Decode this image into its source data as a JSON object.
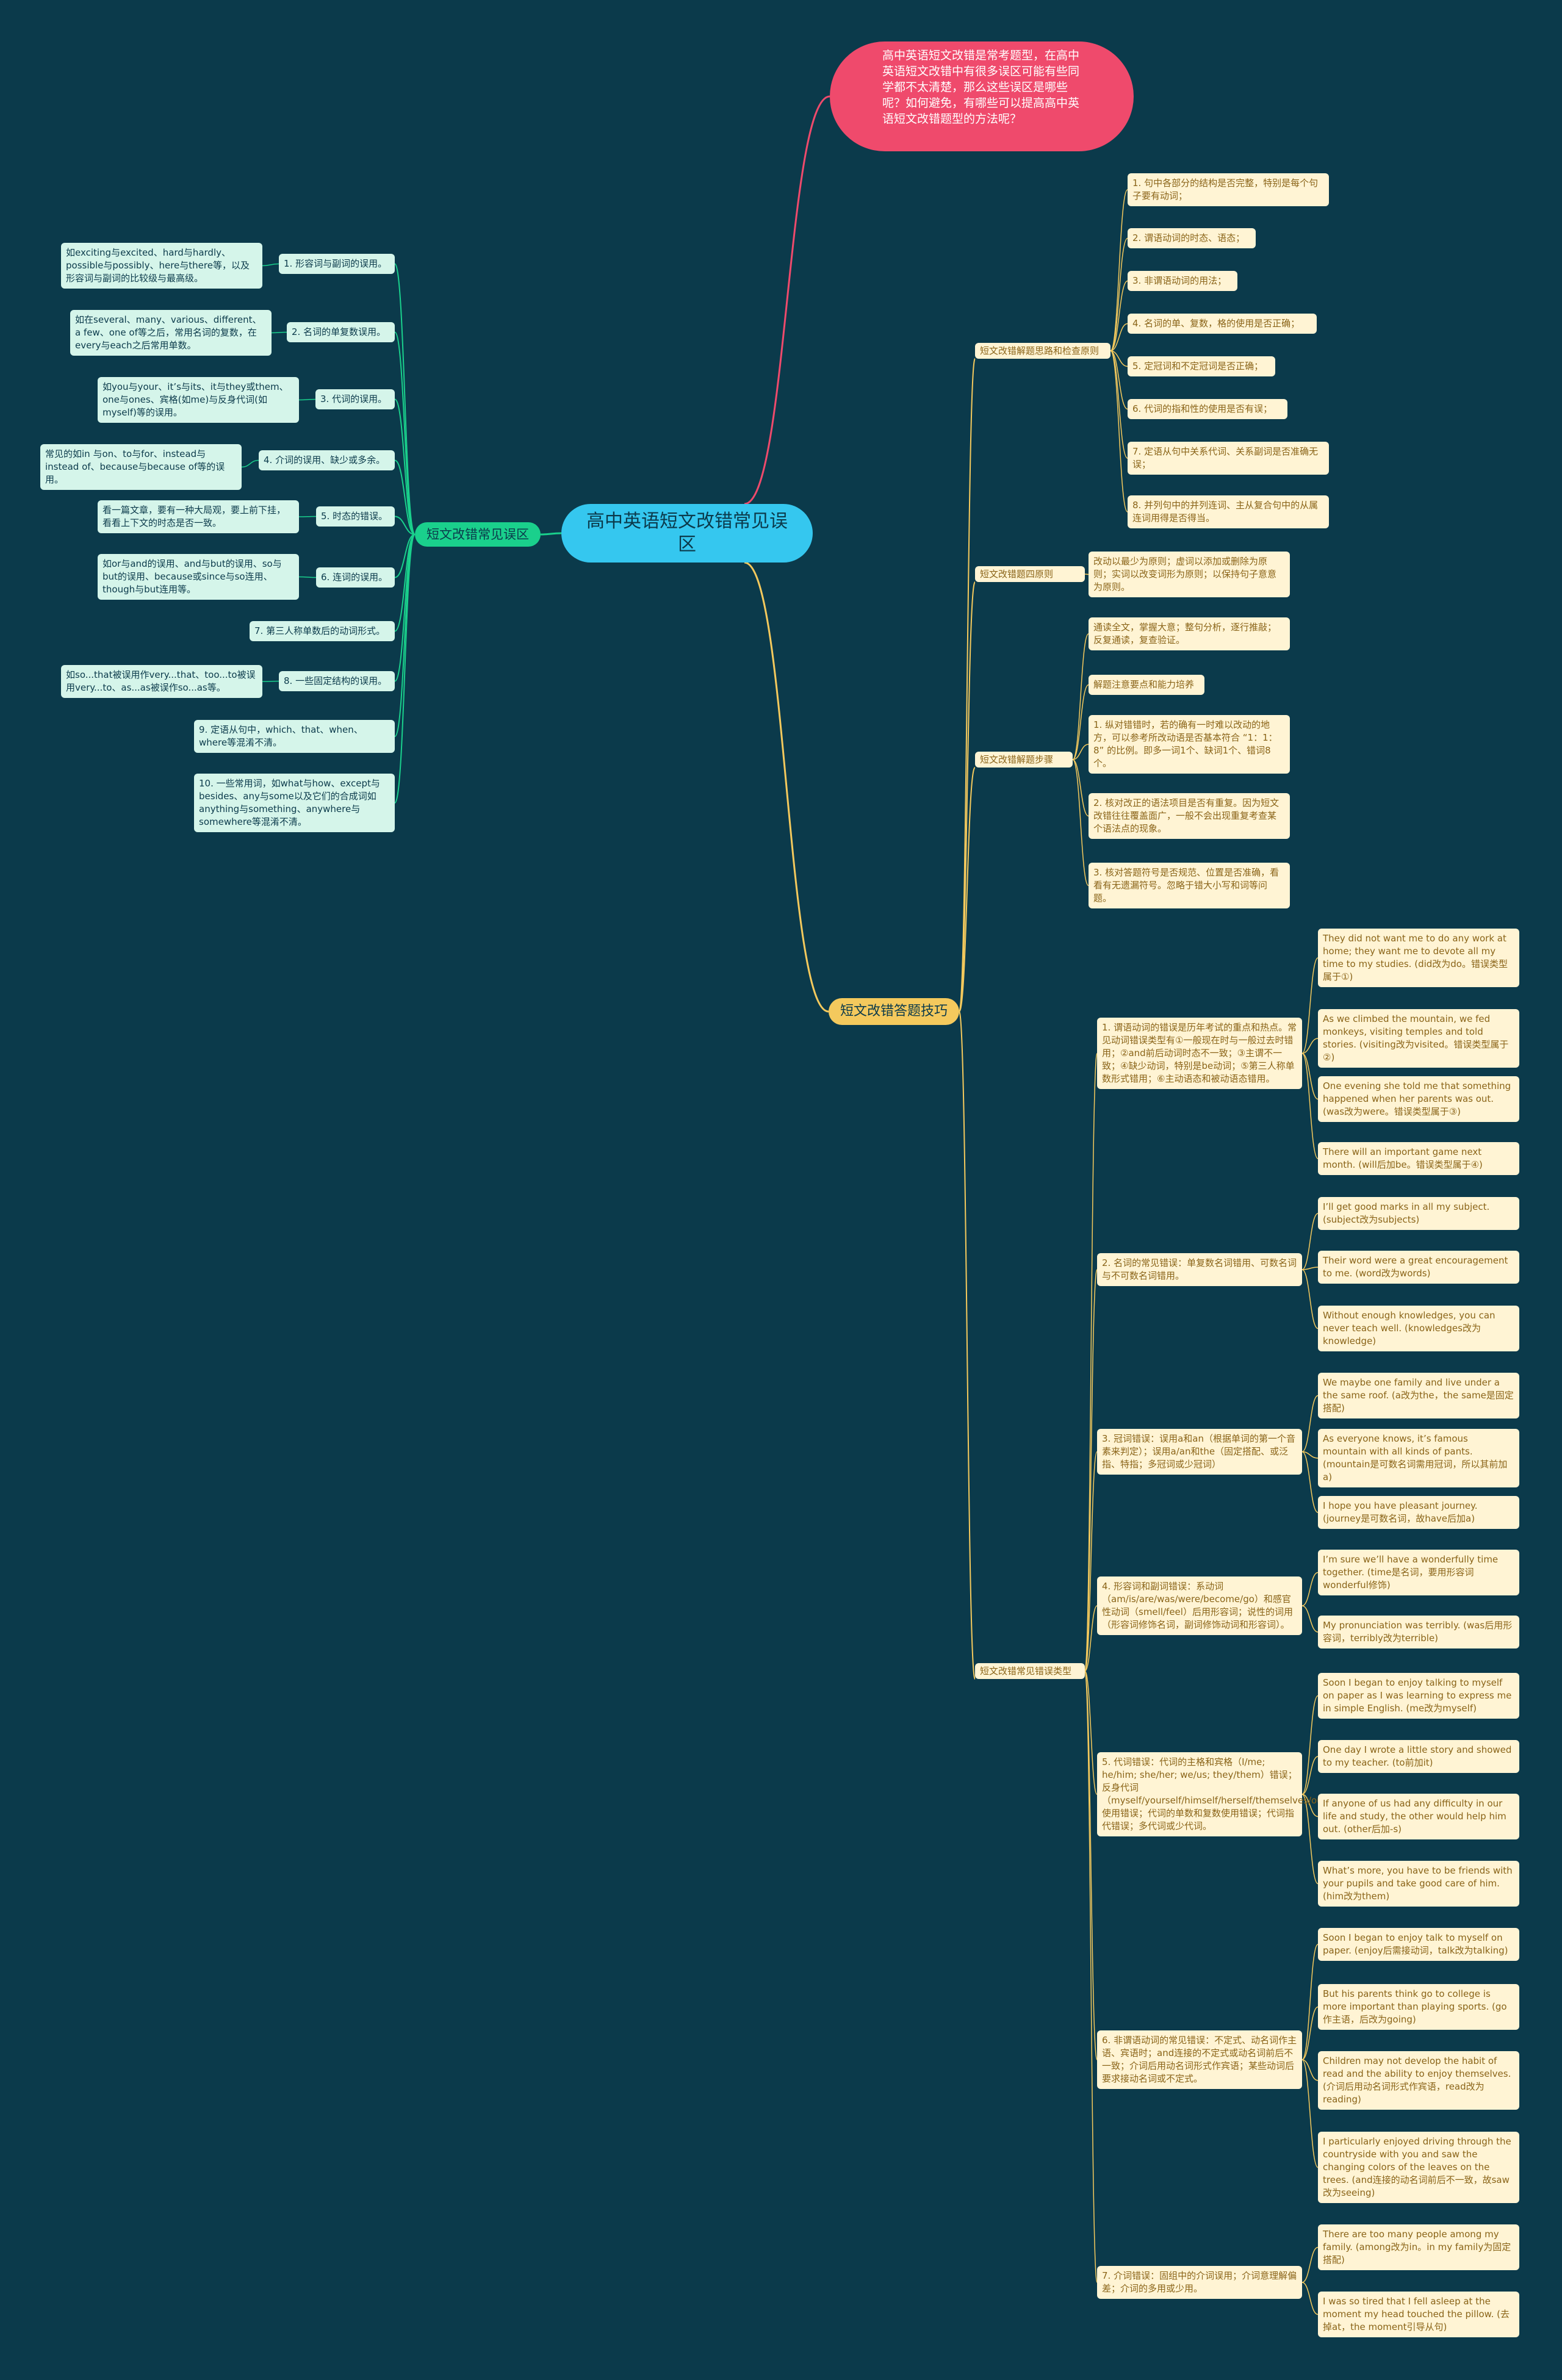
{
  "root": "高中英语短文改错常见误区",
  "intro": "高中英语短文改错是常考题型，在高中英语短文改错中有很多误区可能有些同学都不太清楚，那么这些误区是哪些呢？如何避免，有哪些可以提高高中英语短文改错题型的方法呢？",
  "left_branch": {
    "label": "短文改错常见误区",
    "items": [
      {
        "label": "1. 形容词与副词的误用。",
        "detail": "如exciting与excited、hard与hardly、possible与possibly、here与there等，以及形容词与副词的比较级与最高级。"
      },
      {
        "label": "2. 名词的单复数误用。",
        "detail": "如在several、many、various、different、a few、one of等之后，常用名词的复数，在every与each之后常用单数。"
      },
      {
        "label": "3. 代词的误用。",
        "detail": "如you与your、it’s与its、it与they或them、one与ones、宾格(如me)与反身代词(如myself)等的误用。"
      },
      {
        "label": "4. 介词的误用、缺少或多余。",
        "detail": "常见的如in 与on、to与for、instead与instead of、because与because of等的误用。"
      },
      {
        "label": "5. 时态的错误。",
        "detail": "看一篇文章，要有一种大局观，要上前下挂，看看上下文的时态是否一致。"
      },
      {
        "label": "6. 连词的误用。",
        "detail": "如or与and的误用、and与but的误用、so与but的误用、because或since与so连用、though与but连用等。"
      },
      {
        "label": "7. 第三人称单数后的动词形式。",
        "detail": ""
      },
      {
        "label": "8. 一些固定结构的误用。",
        "detail": "如so...that被误用作very...that、too...to被误用very...to、as...as被误作so...as等。"
      },
      {
        "label": "9. 定语从句中，which、that、when、where等混淆不清。",
        "detail": ""
      },
      {
        "label": "10. 一些常用词，如what与how、except与besides、any与some以及它们的合成词如anything与something、anywhere与somewhere等混淆不清。",
        "detail": ""
      }
    ]
  },
  "right_branch": {
    "label": "短文改错答题技巧",
    "groups": [
      {
        "label": "短文改错解题思路和检查原则",
        "items": [
          "1. 句中各部分的结构是否完整，特别是每个句子要有动词；",
          "2. 谓语动词的时态、语态；",
          "3. 非谓语动词的用法；",
          "4. 名词的单、复数，格的使用是否正确；",
          "5. 定冠词和不定冠词是否正确；",
          "6. 代词的指和性的使用是否有误；",
          "7. 定语从句中关系代词、关系副词是否准确无误；",
          "8. 并列句中的并列连词、主从复合句中的从属连词用得是否得当。"
        ]
      },
      {
        "label": "短文改错题四原则",
        "items": [
          "改动以最少为原则；虚词以添加或删除为原则；实词以改变词形为原则；以保持句子意意为原则。"
        ]
      },
      {
        "label": "短文改错解题步骤",
        "items": [
          "通读全文，掌握大意；整句分析，逐行推敲；反复通读，复查验证。",
          "解题注意要点和能力培养",
          "1. 纵对错错时，若的确有一时难以改动的地方，可以参考所改动语是否基本符合 “1：1：8” 的比例。即多一词1个、缺词1个、错词8个。",
          "2. 核对改正的语法项目是否有重复。因为短文改错往往覆盖面广，一般不会出现重复考查某个语法点的现象。",
          "3. 核对答题符号是否规范、位置是否准确，看看有无遗漏符号。忽略于错大小写和词等问题。"
        ]
      },
      {
        "label": "短文改错常见错误类型",
        "subs": [
          {
            "label": "1. 谓语动词的错误是历年考试的重点和热点。常见动词错误类型有①一般现在时与一般过去时错用；②and前后动词时态不一致；③主谓不一致；④缺少动词，特别是be动词；⑤第三人称单数形式错用；⑥主动语态和被动语态错用。",
            "examples": [
              "They did not want me to do any work at home; they want me to devote all my time to my studies. (did改为do。错误类型属于①)",
              "As we climbed the mountain, we fed monkeys, visiting temples and told stories. (visiting改为visited。错误类型属于②)",
              "One evening she told me that something happened when her parents was out. (was改为were。错误类型属于③)",
              "There will an important game next month. (will后加be。错误类型属于④)"
            ]
          },
          {
            "label": "2. 名词的常见错误：单复数名词错用、可数名词与不可数名词错用。",
            "examples": [
              "I’ll get good marks in all my subject. (subject改为subjects)",
              "Their word were a great encouragement to me. (word改为words)",
              "Without enough knowledges, you can never teach well. (knowledges改为knowledge)"
            ]
          },
          {
            "label": "3. 冠词错误：误用a和an（根据单词的第一个音素来判定）；误用a/an和the（固定搭配、或泛指、特指；多冠词或少冠词）",
            "examples": [
              "We maybe one family and live under a the same roof. (a改为the，the same是固定搭配)",
              "As everyone knows, it’s famous mountain with all kinds of pants. (mountain是可数名词需用冠词，所以其前加a)",
              "I hope you have pleasant journey. (journey是可数名词，故have后加a)"
            ]
          },
          {
            "label": "4. 形容词和副词错误：系动词（am/is/are/was/were/become/go）和感官性动词（smell/feel）后用形容词；说性的词用（形容词修饰名词，副词修饰动词和形容词）。",
            "examples": [
              "I’m sure we’ll have a wonderfully time together. (time是名词，要用形容词wonderful修饰)",
              "My pronunciation was terribly. (was后用形容词，terribly改为terrible)"
            ]
          },
          {
            "label": "5. 代词错误：代词的主格和宾格（I/me; he/him; she/her; we/us; they/them）错误；反身代词（myself/yourself/himself/herself/themselves/ourselves）使用错误；代词的单数和复数使用错误；代词指代错误；多代词或少代词。",
            "examples": [
              "Soon I began to enjoy talking to myself on paper as I was learning to express me in simple English. (me改为myself)",
              "One day I wrote a little story and showed to my teacher. (to前加it)",
              "If anyone of us had any difficulty in our life and study, the other would help him out. (other后加-s)",
              "What’s more, you have to be friends with your pupils and take good care of him. (him改为them)"
            ]
          },
          {
            "label": "6. 非谓语动词的常见错误：不定式、动名词作主语、宾语时；and连接的不定式或动名词前后不一致；介词后用动名词形式作宾语；某些动词后要求接动名词或不定式。",
            "examples": [
              "Soon I began to enjoy talk to myself on paper. (enjoy后需接动词，talk改为talking)",
              "But his parents think go to college is more important than playing sports. (go作主语，后改为going)",
              "Children may not develop the habit of read and the ability to enjoy themselves. (介词后用动名词形式作宾语，read改为reading)",
              "I particularly enjoyed driving through the countryside with you and saw the changing colors of the leaves on the trees. (and连接的动名词前后不一致，故saw改为seeing)"
            ]
          },
          {
            "label": "7. 介词错误：固组中的介词误用；介词意理解偏差；介词的多用或少用。",
            "examples": [
              "There are too many people among my family. (among改为in。in my family为固定搭配)",
              "I was so tired that I fell asleep at the moment my head touched the pillow. (去掉at，the moment引导从句)"
            ]
          }
        ]
      }
    ]
  },
  "colors": {
    "background": "#0b3a4b",
    "root": "#35c7ef",
    "intro": "#ef4a6c",
    "left": "#1ad08c",
    "right": "#f4c95d"
  }
}
